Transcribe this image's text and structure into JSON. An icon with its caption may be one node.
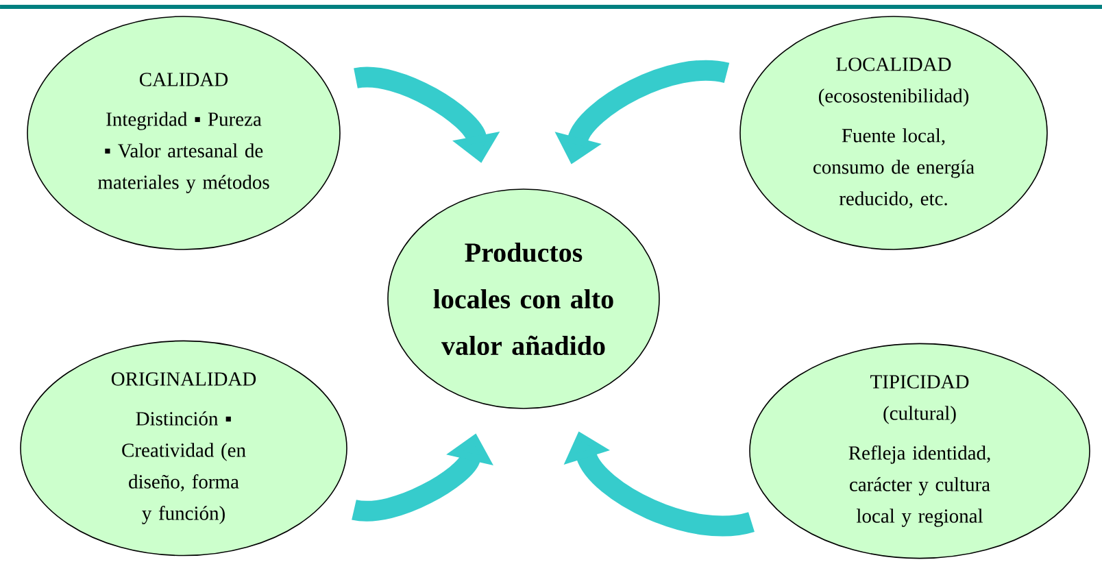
{
  "diagram": {
    "nodes": [
      {
        "text": [
          "Productos locales con alto valor añadido"
        ]
      },
      {
        "text": [
          "CALIDAD",
          "Integridad ▪ Pureza ▪ Valor artesanal de materiales y métodos"
        ]
      },
      {
        "text": [
          "LOCALIDAD",
          "(ecosostenibilidad)",
          "Fuente local, consumo de energía reducido, etc."
        ]
      },
      {
        "text": [
          "ORIGINALIDAD",
          "Distinción ▪ Creatividad (en diseño, forma y función)"
        ]
      },
      {
        "text": [
          "TIPICIDAD",
          "(cultural)",
          "Refleja identidad, carácter y cultura local y regional"
        ]
      }
    ],
    "edges": [
      {
        "from": 1,
        "to": 0,
        "arrow": "to"
      },
      {
        "from": 2,
        "to": 0,
        "arrow": "to"
      },
      {
        "from": 3,
        "to": 0,
        "arrow": "to"
      },
      {
        "from": 4,
        "to": 0,
        "arrow": "to"
      }
    ]
  }
}
